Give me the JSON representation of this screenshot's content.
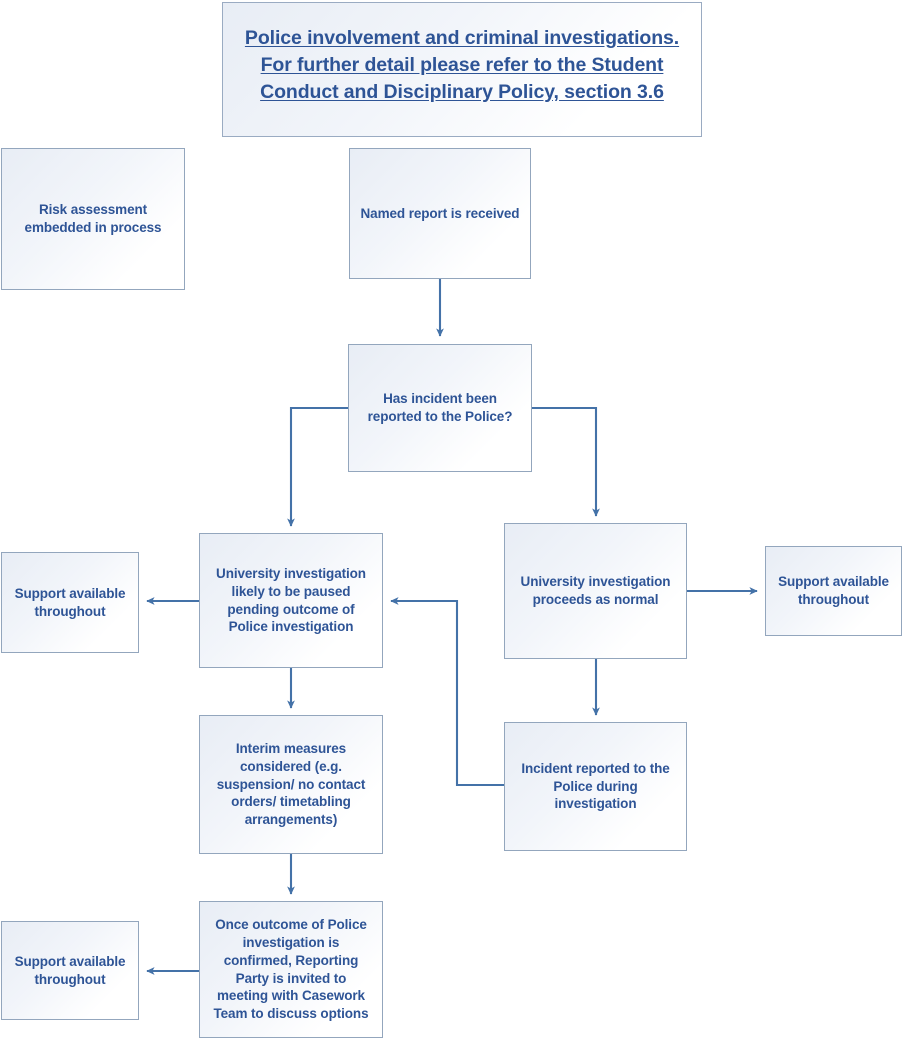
{
  "document": {
    "kind": "flowchart",
    "title_box": {
      "text": "Police involvement and criminal investigations. For further detail please refer to the Student Conduct and Disciplinary Policy, section 3.6"
    },
    "theme": {
      "text_color": "#2e5496",
      "box_border_color": "#93a6bd",
      "box_fill_color": "#eef2f8",
      "connector_color": "#4472a8",
      "page_background": "#ffffff"
    }
  },
  "nodes": {
    "risk_assessment": {
      "label": "Risk assessment\nembedded in process"
    },
    "named_report": {
      "label": "Named report is received"
    },
    "decision_reported_to_police": {
      "label": "Has incident been\nreported to the Police?"
    },
    "support_left_middle": {
      "label": "Support available\nthroughout"
    },
    "investigation_paused": {
      "label": "University investigation\nlikely to be paused\npending outcome of\nPolice investigation"
    },
    "investigation_normal": {
      "label": "University investigation\nproceeds as normal"
    },
    "support_right_middle": {
      "label": "Support available\nthroughout"
    },
    "interim_measures": {
      "label": "Interim measures\nconsidered (e.g.\nsuspension/ no contact\norders/ timetabling\narrangements)"
    },
    "incident_reported_during": {
      "label": "Incident reported to the\nPolice during\ninvestigation"
    },
    "support_bottom_left": {
      "label": "Support available\nthroughout"
    },
    "outcome_meeting": {
      "label": "Once outcome of Police\ninvestigation is\nconfirmed, Reporting\nParty is invited to\nmeeting with Casework\nTeam to discuss options"
    }
  },
  "connectors": [
    {
      "name": "named-report-to-decision",
      "from": "named_report",
      "to": "decision_reported_to_police",
      "arrow": true
    },
    {
      "name": "decision-to-investigation-paused",
      "from": "decision_reported_to_police",
      "to": "investigation_paused",
      "arrow": true
    },
    {
      "name": "decision-to-investigation-normal",
      "from": "decision_reported_to_police",
      "to": "investigation_normal",
      "arrow": true
    },
    {
      "name": "investigation-paused-to-support-left",
      "from": "investigation_paused",
      "to": "support_left_middle",
      "arrow": true
    },
    {
      "name": "investigation-normal-to-support-right",
      "from": "investigation_normal",
      "to": "support_right_middle",
      "arrow": true
    },
    {
      "name": "investigation-paused-to-interim-measures",
      "from": "investigation_paused",
      "to": "interim_measures",
      "arrow": true
    },
    {
      "name": "investigation-normal-to-incident-reported",
      "from": "investigation_normal",
      "to": "incident_reported_during",
      "arrow": true
    },
    {
      "name": "incident-reported-back-to-investigation-paused",
      "from": "incident_reported_during",
      "to": "investigation_paused",
      "arrow": true
    },
    {
      "name": "interim-measures-to-outcome-meeting",
      "from": "interim_measures",
      "to": "outcome_meeting",
      "arrow": true
    },
    {
      "name": "outcome-meeting-to-support-bottom",
      "from": "outcome_meeting",
      "to": "support_bottom_left",
      "arrow": true
    }
  ]
}
